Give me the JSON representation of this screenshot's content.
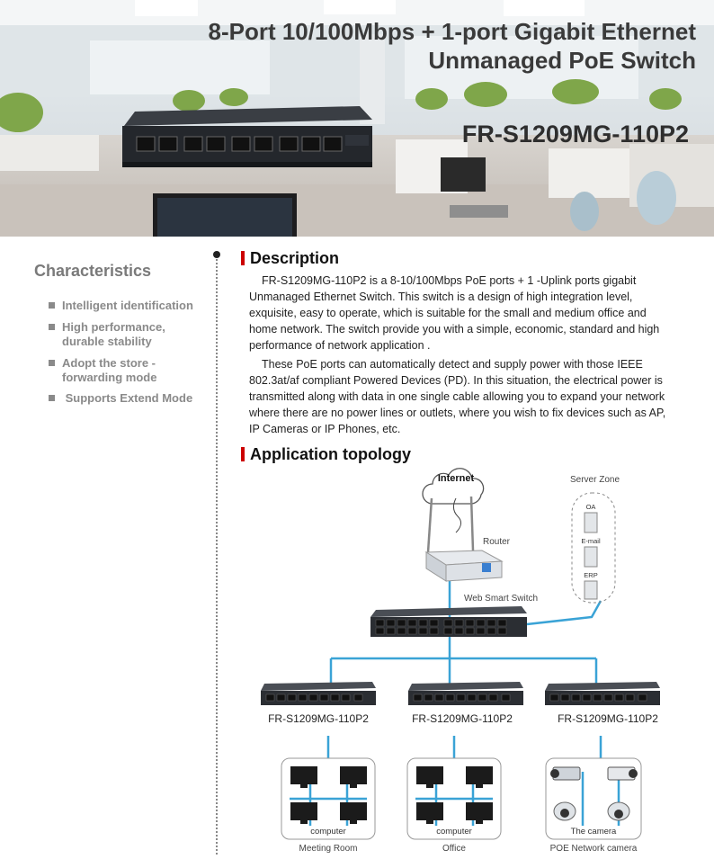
{
  "header": {
    "title_line1": "8-Port 10/100Mbps + 1-port Gigabit  Ethernet",
    "title_line2": "Unmanaged PoE Switch",
    "model": "FR-S1209MG-110P2"
  },
  "characteristics": {
    "title": "Characteristics",
    "items": [
      "Intelligent identification",
      "High performance, durable stability",
      "Adopt the store - forwarding mode",
      " Supports Extend Mode"
    ]
  },
  "description": {
    "heading": "Description",
    "paragraph1": "FR-S1209MG-110P2 is a 8-10/100Mbps PoE ports + 1 -Uplink ports  gigabit Unmanaged Ethernet Switch. This switch is a design of high integration level, exquisite, easy to operate, which is suitable for the small and medium office and home network. The switch provide you with a simple, economic, standard and high performance of network application .",
    "paragraph2": "These PoE ports can automatically detect and supply power with those IEEE 802.3at/af compliant Powered Devices (PD). In this situation, the electrical power is transmitted along with data in one single cable allowing you to expand your network where there are no power lines or outlets, where you wish to fix devices such as AP, IP Cameras or IP Phones, etc."
  },
  "topology": {
    "heading": "Application topology",
    "internet": "Internet",
    "router": "Router",
    "web_switch": "Web Smart Switch",
    "server_zone": "Server Zone",
    "servers": [
      "OA",
      "E-mail",
      "ERP"
    ],
    "switch_labels": [
      "FR-S1209MG-110P2",
      "FR-S1209MG-110P2",
      "FR-S1209MG-110P2"
    ],
    "groups": [
      {
        "device_label": "computer",
        "caption": "Meeting Room"
      },
      {
        "device_label": "computer",
        "caption": "Office"
      },
      {
        "device_label": "The camera",
        "caption": "POE Network camera"
      }
    ],
    "colors": {
      "link": "#3aa3d6",
      "accent": "#c00000"
    }
  }
}
